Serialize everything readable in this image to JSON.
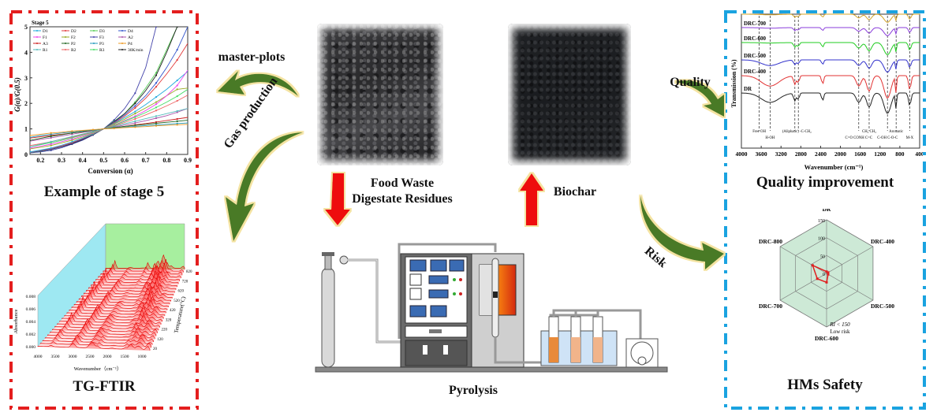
{
  "colors": {
    "left_border": "#e41e1e",
    "right_border": "#1aa3e0",
    "arrow_green": "#4a7a26",
    "arrow_glow": "#f4e3a1",
    "arrow_red": "#ee1111"
  },
  "center": {
    "feedstock_label_line1": "Food Waste",
    "feedstock_label_line2": "Digestate Residues",
    "biochar_label": "Biochar",
    "process_label": "Pyrolysis"
  },
  "arrows": {
    "master_plots": "master-plots",
    "gas_production": "Gas production",
    "quality": "Quality",
    "risk": "Risk"
  },
  "left_panel": {
    "top_caption": "Example of stage 5",
    "bottom_caption": "TG-FTIR"
  },
  "right_panel": {
    "top_caption": "Quality improvement",
    "bottom_caption": "HMs Safety"
  },
  "chart_data": [
    {
      "id": "master-plots",
      "type": "line",
      "title": "Stage 5",
      "xlabel": "Conversion (α)",
      "ylabel": "G(α)/G(0.5)",
      "xlim": [
        0.15,
        0.9
      ],
      "ylim": [
        0,
        5
      ],
      "xticks": [
        "0.2",
        "0.3",
        "0.4",
        "0.5",
        "0.6",
        "0.7",
        "0.8",
        "0.9"
      ],
      "yticks": [
        "0",
        "1",
        "2",
        "3",
        "4",
        "5"
      ],
      "legend": [
        "D1",
        "D2",
        "D3",
        "D4",
        "F1",
        "F2",
        "F3",
        "A2",
        "A3",
        "P2",
        "P3",
        "P4",
        "R1",
        "R2",
        "R3",
        "30K/min"
      ],
      "legend_colors": [
        "#22aadd",
        "#e23a3a",
        "#55cc55",
        "#3355cc",
        "#ee44ee",
        "#99aa22",
        "#4444aa",
        "#aa55aa",
        "#cc2222",
        "#226622",
        "#2299bb",
        "#ee9922",
        "#55bbbb",
        "#ee6666",
        "#44dd66",
        "#222222"
      ],
      "x": [
        0.15,
        0.2,
        0.25,
        0.3,
        0.35,
        0.4,
        0.45,
        0.5,
        0.55,
        0.6,
        0.65,
        0.7,
        0.75,
        0.8,
        0.85,
        0.9
      ],
      "series": [
        {
          "name": "F3",
          "values": [
            0.06,
            0.1,
            0.16,
            0.26,
            0.4,
            0.56,
            0.76,
            1.0,
            1.35,
            1.8,
            2.4,
            3.4,
            5.0,
            null,
            null,
            null
          ]
        },
        {
          "name": "D3",
          "values": [
            0.07,
            0.12,
            0.2,
            0.3,
            0.43,
            0.59,
            0.78,
            1.0,
            1.3,
            1.6,
            2.05,
            2.6,
            3.2,
            4.1,
            5.0,
            null
          ]
        },
        {
          "name": "30K/min",
          "values": [
            0.08,
            0.13,
            0.2,
            0.3,
            0.42,
            0.58,
            0.78,
            1.0,
            1.28,
            1.6,
            2.0,
            2.5,
            3.1,
            4.0,
            5.0,
            null
          ]
        },
        {
          "name": "D4",
          "values": [
            0.08,
            0.14,
            0.21,
            0.31,
            0.44,
            0.6,
            0.79,
            1.0,
            1.26,
            1.55,
            1.9,
            2.3,
            2.8,
            3.4,
            4.1,
            5.0
          ]
        },
        {
          "name": "D2",
          "values": [
            0.09,
            0.15,
            0.23,
            0.33,
            0.46,
            0.62,
            0.8,
            1.0,
            1.23,
            1.5,
            1.82,
            2.2,
            2.65,
            3.15,
            3.7,
            4.35
          ]
        },
        {
          "name": "D1",
          "values": [
            0.1,
            0.17,
            0.25,
            0.36,
            0.49,
            0.64,
            0.81,
            1.0,
            1.21,
            1.44,
            1.68,
            1.95,
            2.25,
            2.55,
            2.9,
            3.25
          ]
        },
        {
          "name": "F2",
          "values": [
            0.22,
            0.28,
            0.35,
            0.45,
            0.56,
            0.68,
            0.83,
            1.0,
            1.19,
            1.38,
            1.6,
            1.82,
            2.05,
            2.3,
            2.55,
            2.6
          ]
        },
        {
          "name": "F1",
          "values": [
            0.25,
            0.32,
            0.4,
            0.5,
            0.6,
            0.72,
            0.85,
            1.0,
            1.15,
            1.32,
            1.5,
            1.72,
            1.97,
            2.3,
            2.7,
            3.3
          ]
        },
        {
          "name": "R3",
          "values": [
            0.3,
            0.38,
            0.46,
            0.55,
            0.65,
            0.76,
            0.87,
            1.0,
            1.14,
            1.3,
            1.46,
            1.64,
            1.84,
            2.05,
            2.28,
            2.55
          ]
        },
        {
          "name": "R2",
          "values": [
            0.35,
            0.42,
            0.5,
            0.59,
            0.68,
            0.78,
            0.89,
            1.0,
            1.12,
            1.25,
            1.39,
            1.55,
            1.72,
            1.9,
            2.1,
            2.32
          ]
        },
        {
          "name": "A2",
          "values": [
            0.52,
            0.59,
            0.65,
            0.72,
            0.79,
            0.86,
            0.93,
            1.0,
            1.07,
            1.15,
            1.23,
            1.32,
            1.42,
            1.52,
            1.65,
            1.8
          ]
        },
        {
          "name": "R1",
          "values": [
            0.3,
            0.4,
            0.5,
            0.6,
            0.7,
            0.8,
            0.9,
            1.0,
            1.1,
            1.2,
            1.3,
            1.4,
            1.5,
            1.6,
            1.7,
            1.8
          ]
        },
        {
          "name": "A3",
          "values": [
            0.64,
            0.69,
            0.74,
            0.79,
            0.84,
            0.89,
            0.95,
            1.0,
            1.05,
            1.1,
            1.16,
            1.21,
            1.27,
            1.33,
            1.39,
            1.45
          ]
        },
        {
          "name": "P2",
          "values": [
            0.55,
            0.63,
            0.71,
            0.77,
            0.84,
            0.89,
            0.95,
            1.0,
            1.05,
            1.1,
            1.14,
            1.18,
            1.22,
            1.26,
            1.3,
            1.34
          ]
        },
        {
          "name": "P3",
          "values": [
            0.67,
            0.74,
            0.79,
            0.84,
            0.88,
            0.92,
            0.96,
            1.0,
            1.03,
            1.07,
            1.1,
            1.13,
            1.15,
            1.18,
            1.21,
            1.23
          ]
        },
        {
          "name": "P4",
          "values": [
            0.74,
            0.79,
            0.84,
            0.87,
            0.91,
            0.94,
            0.97,
            1.0,
            1.02,
            1.05,
            1.07,
            1.09,
            1.12,
            1.14,
            1.16,
            1.18
          ]
        }
      ]
    },
    {
      "id": "tg-ftir",
      "type": "area",
      "title": "",
      "xlabel": "Wavenumber（cm⁻¹）",
      "ylabel": "Absorbance",
      "zlabel": "Temperature(°C)",
      "xticks": [
        "4000",
        "3500",
        "3000",
        "2500",
        "2000",
        "1500",
        "1000"
      ],
      "yticks": [
        "0.000",
        "0.002",
        "0.004",
        "0.006",
        "0.008"
      ],
      "zticks": [
        "20",
        "120",
        "220",
        "320",
        "420",
        "520",
        "620",
        "720",
        "820"
      ],
      "peaks_wavenumber": [
        3600,
        2930,
        2360,
        2180,
        1750,
        1510,
        1340,
        1180,
        950,
        670
      ]
    },
    {
      "id": "ftir-spectra",
      "type": "line",
      "xlabel": "Wavenumber (cm⁻¹)",
      "ylabel": "Transmission (%)",
      "xlim": [
        4000,
        400
      ],
      "xticks": [
        "4000",
        "3600",
        "3200",
        "2800",
        "2400",
        "2000",
        "1600",
        "1200",
        "800",
        "400"
      ],
      "series_names": [
        "DRC-800",
        "DRC-700",
        "DRC-600",
        "DRC-500",
        "DRC-400",
        "DR"
      ],
      "series_colors": [
        "#d4a52a",
        "#8a3ddb",
        "#22cc22",
        "#3333cc",
        "#e23333",
        "#222222"
      ],
      "band_annotations": [
        "Free OH",
        "H-OH",
        "(Aliphatic) -C-CH₂",
        "C=O CONH C=C",
        "CH₂ CH₃",
        "C-OH C-O-C",
        "Aromatic",
        "M-X"
      ],
      "band_positions": [
        3640,
        3420,
        2920,
        2850,
        1630,
        1420,
        1050,
        875,
        600
      ]
    },
    {
      "id": "risk-radar",
      "type": "radar",
      "axes": [
        "DR",
        "DRC-400",
        "DRC-500",
        "DRC-600",
        "DRC-700",
        "DRC-800"
      ],
      "values": [
        5,
        5,
        5,
        25,
        30,
        45
      ],
      "rlim": [
        0,
        150
      ],
      "rticks": [
        "0",
        "50",
        "100",
        "150"
      ],
      "annotation_line1": "RI < 150",
      "annotation_line2": "Low risk",
      "series_color": "#e02020",
      "fill_color": "#cde9d6"
    }
  ]
}
